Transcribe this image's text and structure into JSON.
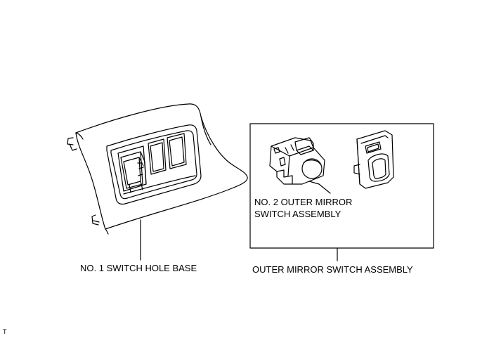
{
  "labels": {
    "switch_hole_base": "NO. 1 SWITCH HOLE BASE",
    "outer_mirror_switch_assembly": "OUTER MIRROR SWITCH ASSEMBLY",
    "no2_outer_mirror_line1": "NO. 2 OUTER MIRROR",
    "no2_outer_mirror_line2": "SWITCH ASSEMBLY"
  },
  "corner_mark": "T"
}
